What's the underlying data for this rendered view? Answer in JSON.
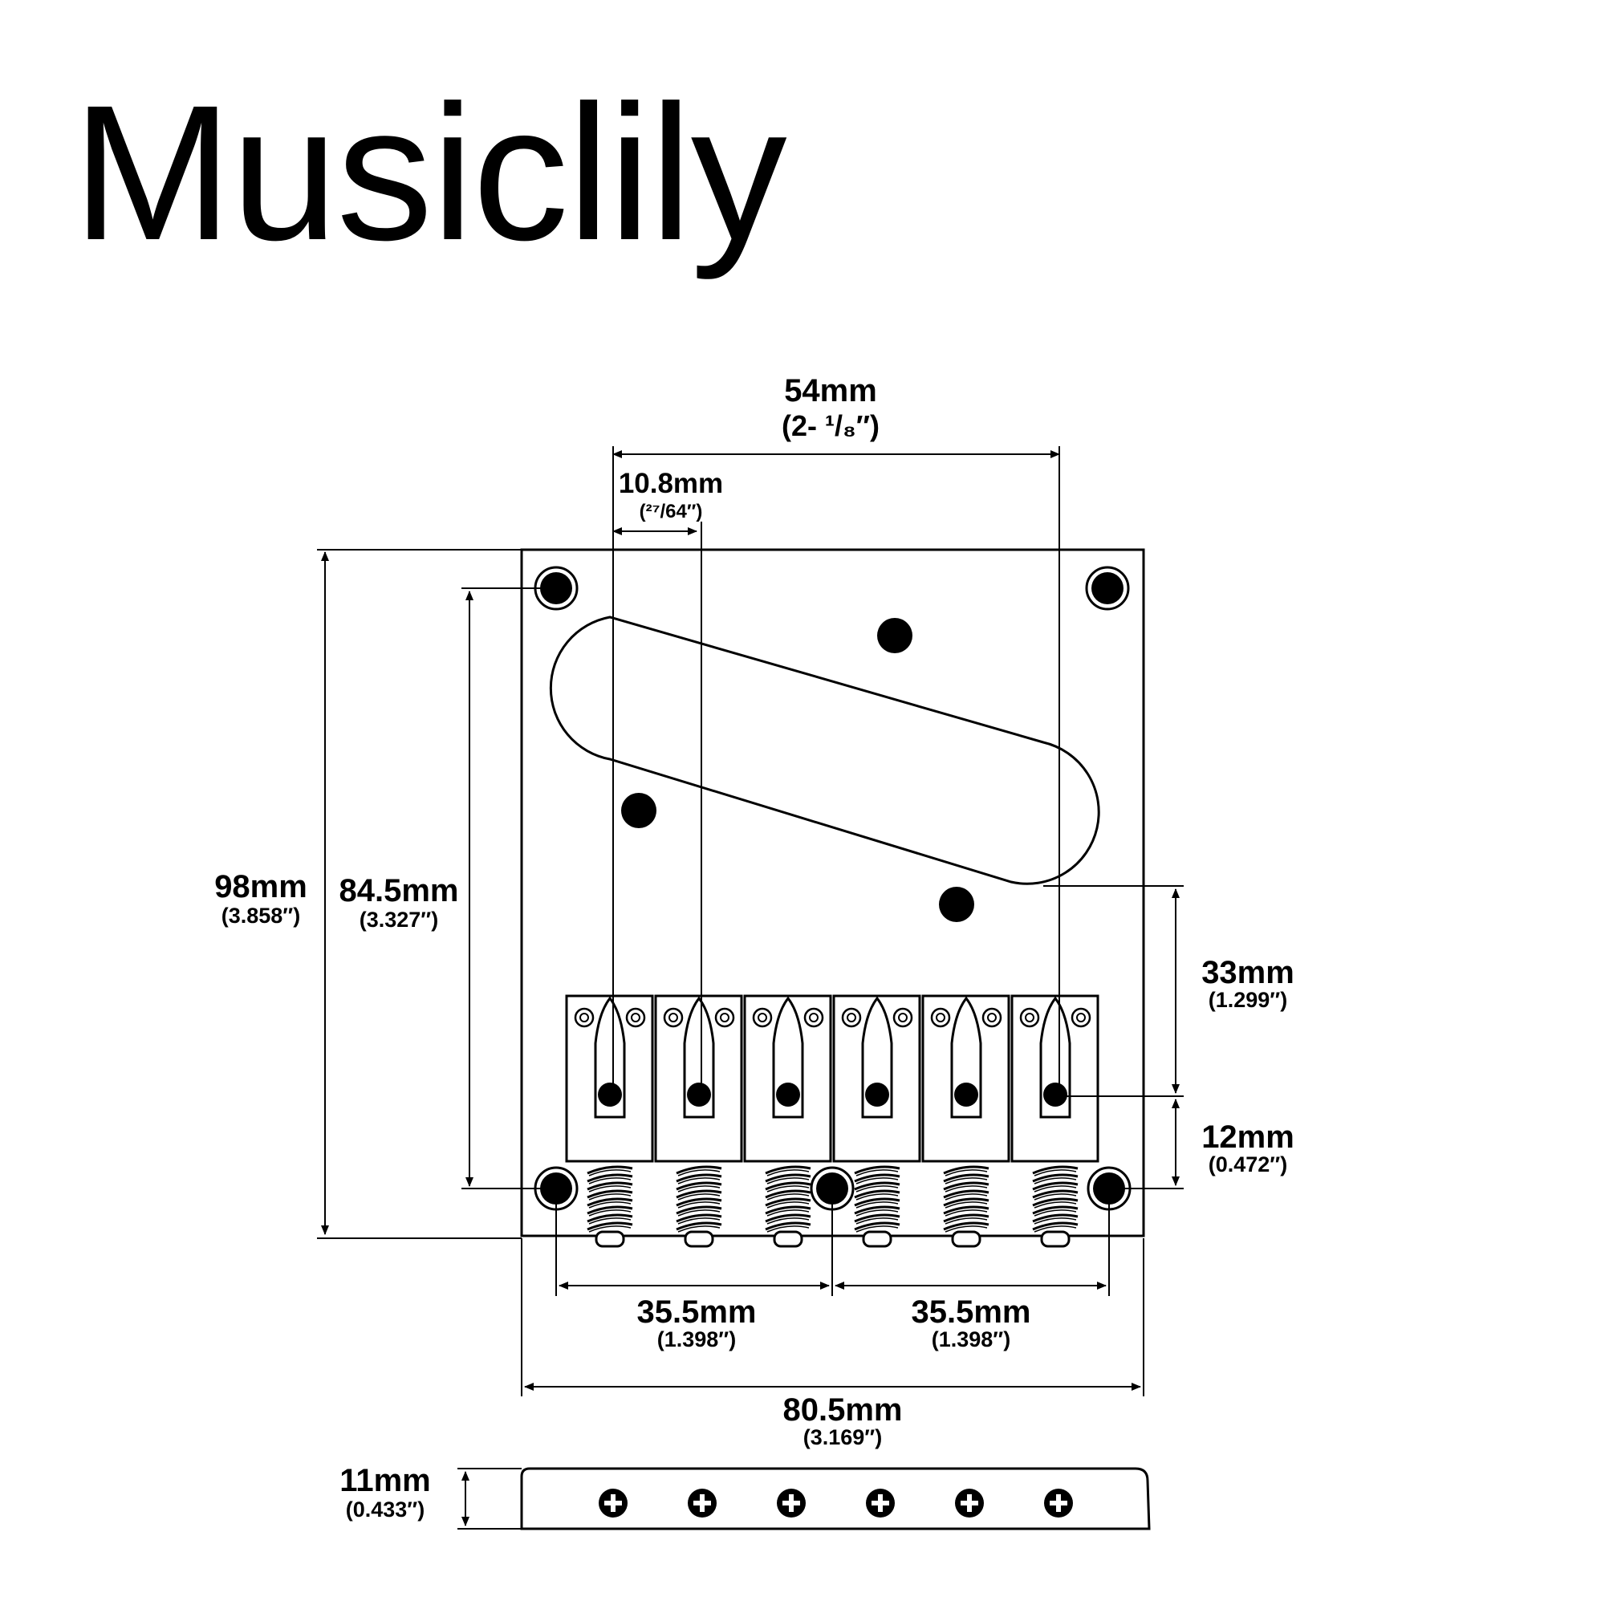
{
  "brand": "Musiclily",
  "dimensions": {
    "string_spacing_outer": {
      "mm": "54mm",
      "inch": "(2- ¹/₈″)"
    },
    "string_spacing": {
      "mm": "10.8mm",
      "inch": "(²⁷/64″)"
    },
    "plate_length": {
      "mm": "98mm",
      "inch": "(3.858″)"
    },
    "mount_hole_spacing_vertical": {
      "mm": "84.5mm",
      "inch": "(3.327″)"
    },
    "pickup_to_saddle": {
      "mm": "33mm",
      "inch": "(1.299″)"
    },
    "saddle_to_mount_hole": {
      "mm": "12mm",
      "inch": "(0.472″)"
    },
    "mount_hole_spacing_left": {
      "mm": "35.5mm",
      "inch": "(1.398″)"
    },
    "mount_hole_spacing_right": {
      "mm": "35.5mm",
      "inch": "(1.398″)"
    },
    "plate_width": {
      "mm": "80.5mm",
      "inch": "(3.169″)"
    },
    "plate_height": {
      "mm": "11mm",
      "inch": "(0.433″)"
    }
  }
}
